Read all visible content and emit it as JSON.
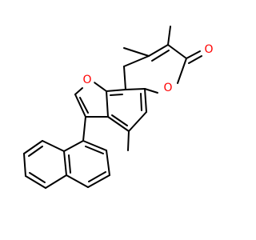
{
  "molecule": {
    "atoms": {
      "ring_oxygen": "O",
      "furan_oxygen": "O",
      "carbonyl_oxygen": "O"
    },
    "colors": {
      "bond": "#000000",
      "oxygen": "#ff0000",
      "background": "#ffffff"
    }
  }
}
